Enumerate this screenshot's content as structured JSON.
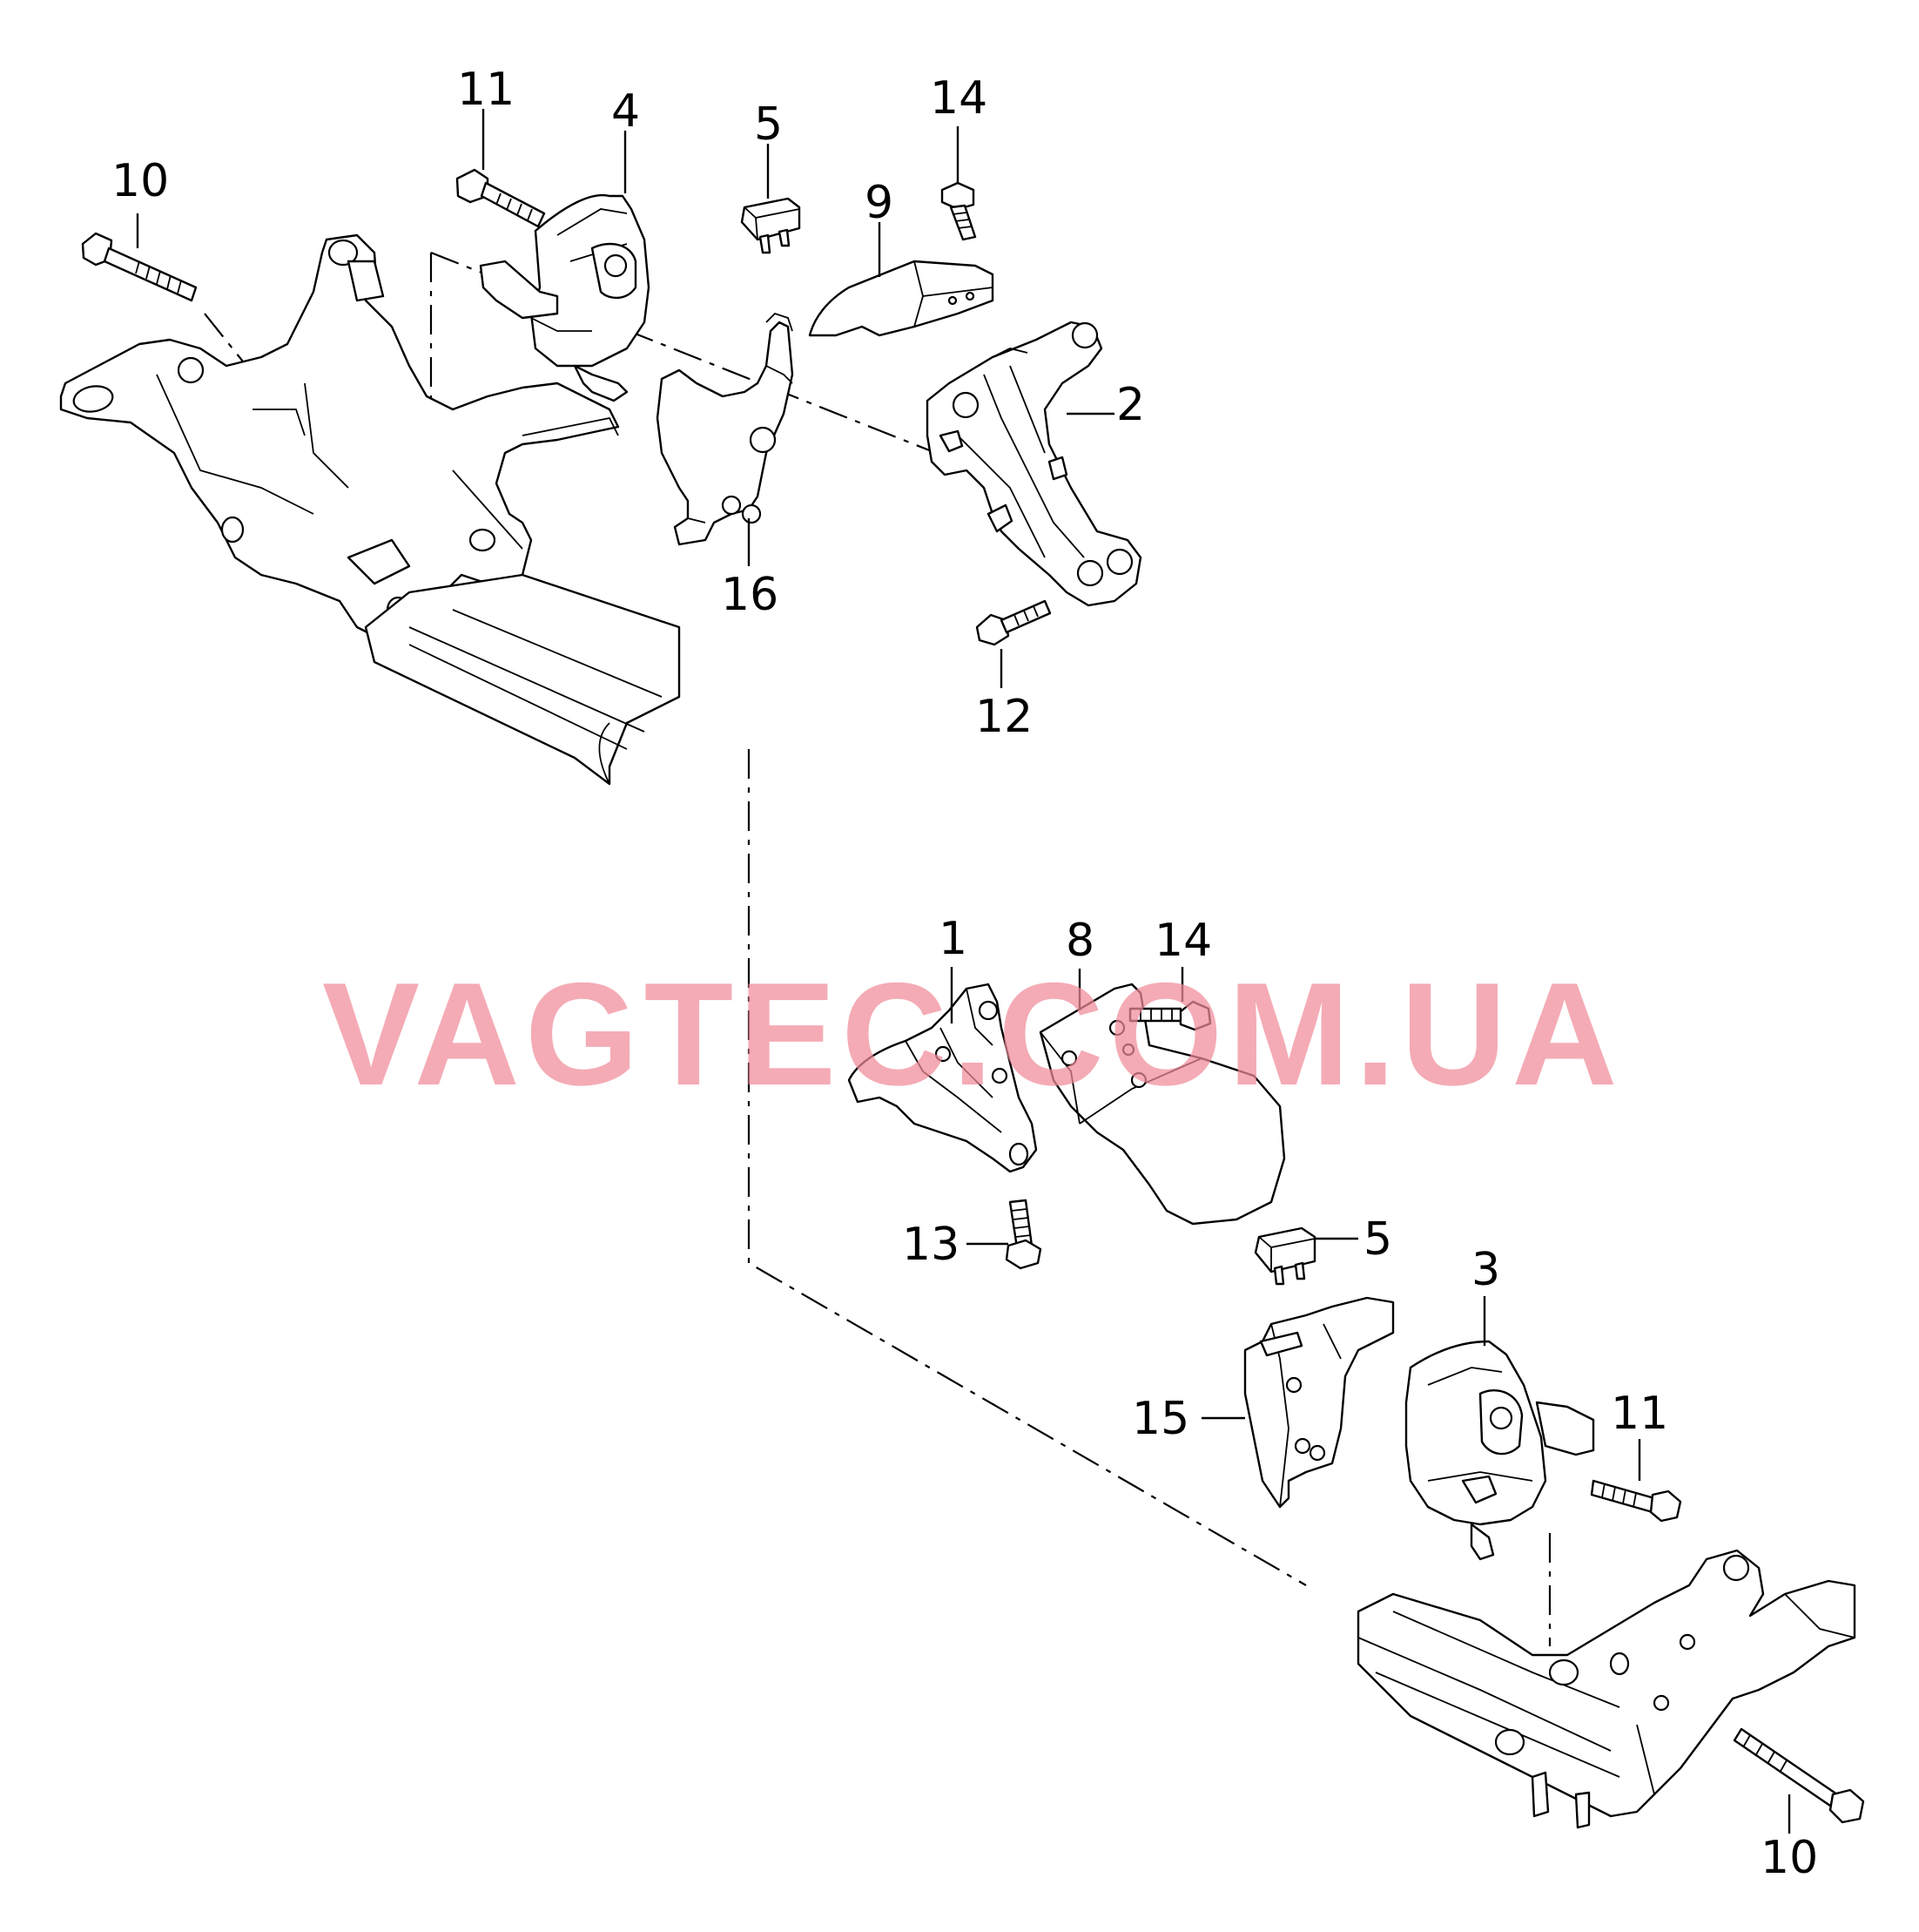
{
  "watermark": "VAGTEC.COM.UA",
  "callouts": {
    "c10_top": "10",
    "c11_top": "11",
    "c4": "4",
    "c5_top": "5",
    "c9": "9",
    "c14_top": "14",
    "c2": "2",
    "c16": "16",
    "c12": "12",
    "c1": "1",
    "c8": "8",
    "c14_mid": "14",
    "c13": "13",
    "c5_bottom": "5",
    "c3": "3",
    "c15": "15",
    "c11_bottom": "11",
    "c10_bottom": "10"
  },
  "colors": {
    "line": "#000000",
    "watermark": "#f08a98",
    "background": "#ffffff"
  }
}
